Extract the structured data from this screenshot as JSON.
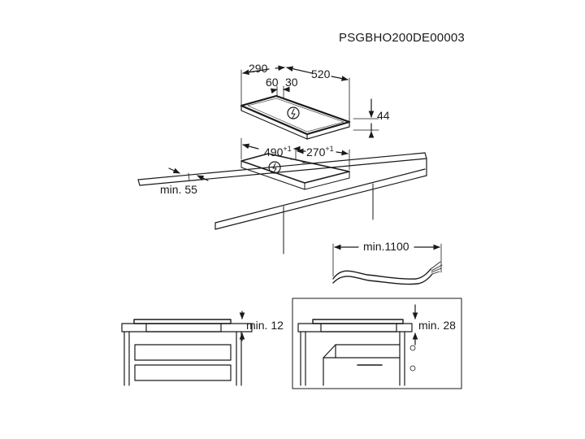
{
  "document": {
    "code": "PSGBHO200DE00003"
  },
  "hob": {
    "depth": "290",
    "width": "520",
    "inset_a": "60",
    "inset_b": "30",
    "height": "44"
  },
  "cutout": {
    "width": "490",
    "width_tol": "+1",
    "depth": "270",
    "depth_tol": "+1",
    "edge_min": "min. 55"
  },
  "cable": {
    "min_length": "min.1100"
  },
  "section_left": {
    "clearance": "min. 12"
  },
  "section_right": {
    "clearance": "min. 28"
  },
  "colors": {
    "line": "#1a1a1a",
    "background": "#ffffff"
  }
}
